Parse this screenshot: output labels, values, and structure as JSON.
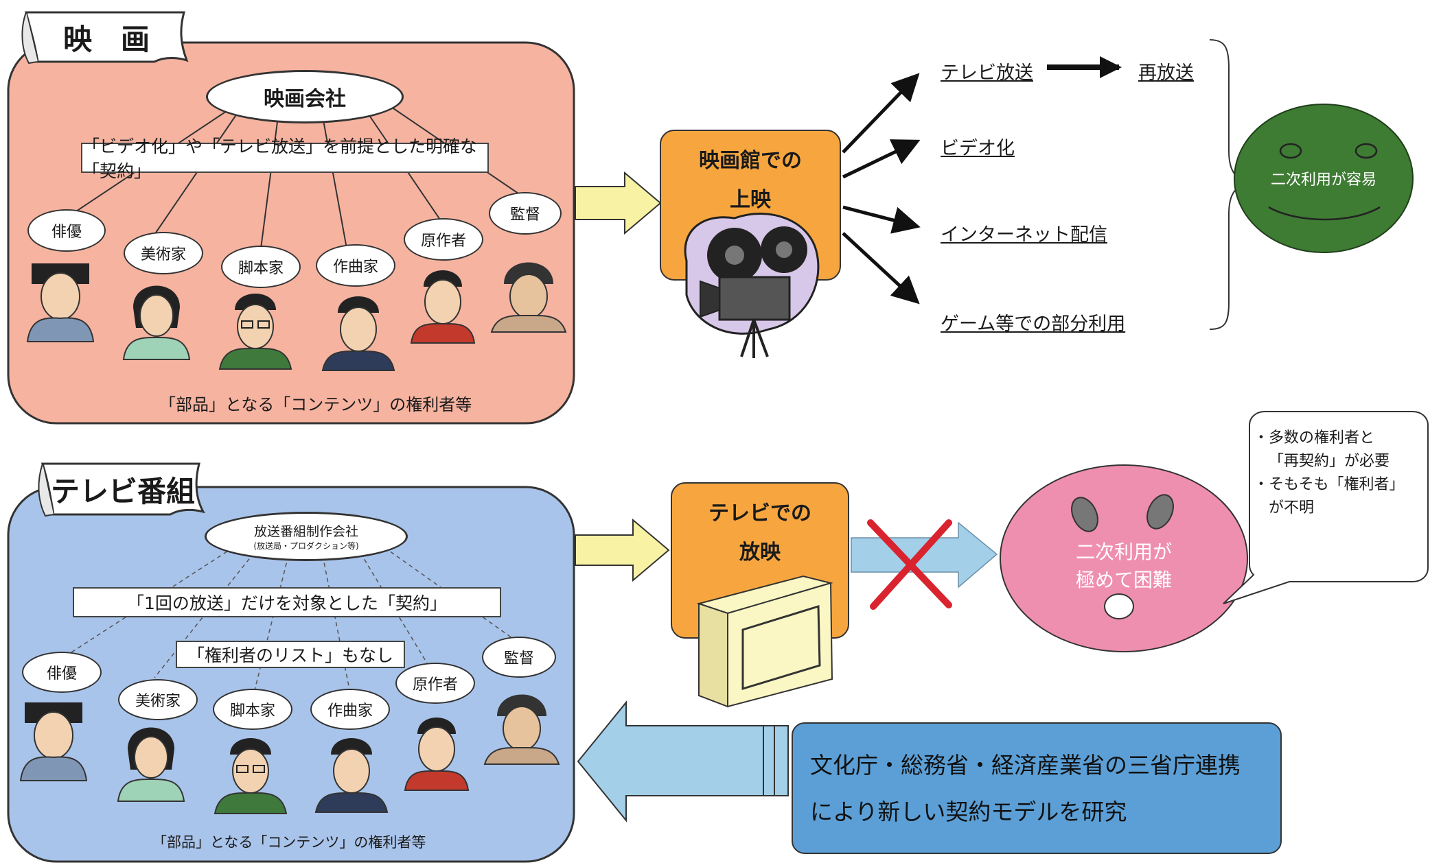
{
  "colors": {
    "movie_panel": "#f5b3a0",
    "tv_panel": "#a9c4ea",
    "orange_box": "#f7a63f",
    "green_face": "#3e7b33",
    "pink_face": "#ef8fb0",
    "ministry_box": "#5b9fd6",
    "yellow_arrow": "#f8f3a4",
    "blue_arrow": "#a3cfe8",
    "red_x": "#d9232f"
  },
  "movie": {
    "banner": "映　画",
    "company": "映画会社",
    "contract": "「ビデオ化」や「テレビ放送」を前提とした明確な「契約」",
    "roles": [
      "俳優",
      "美術家",
      "脚本家",
      "作曲家",
      "原作者",
      "監督"
    ],
    "caption": "「部品」となる「コンテンツ」の権利者等",
    "box_line1": "映画館での",
    "box_line2": "上映",
    "icon": "film-camera-icon",
    "destinations": [
      "テレビ放送",
      "ビデオ化",
      "インターネット配信",
      "ゲーム等での部分利用"
    ],
    "rebroadcast": "再放送",
    "result": "二次利用が容易",
    "result_icon": "smiling-face-icon"
  },
  "tv": {
    "banner": "テレビ番組",
    "company": "放送番組制作会社",
    "company_sub": "(放送局・プロダクション等)",
    "contract": "「1回の放送」だけを対象とした「契約」",
    "no_list": "「権利者のリスト」もなし",
    "roles": [
      "俳優",
      "美術家",
      "脚本家",
      "作曲家",
      "原作者",
      "監督"
    ],
    "caption": "「部品」となる「コンテンツ」の権利者等",
    "box_line1": "テレビでの",
    "box_line2": "放映",
    "icon": "tv-set-icon",
    "result_line1": "二次利用が",
    "result_line2": "極めて困難",
    "result_icon": "surprised-face-icon",
    "speech_line1": "・多数の権利者と",
    "speech_line2": "「再契約」が必要",
    "speech_line3": "・そもそも「権利者」",
    "speech_line4": "が不明"
  },
  "ministry": {
    "line1": "文化庁・総務省・経済産業省の三省庁連携",
    "line2": "により新しい契約モデルを研究"
  }
}
